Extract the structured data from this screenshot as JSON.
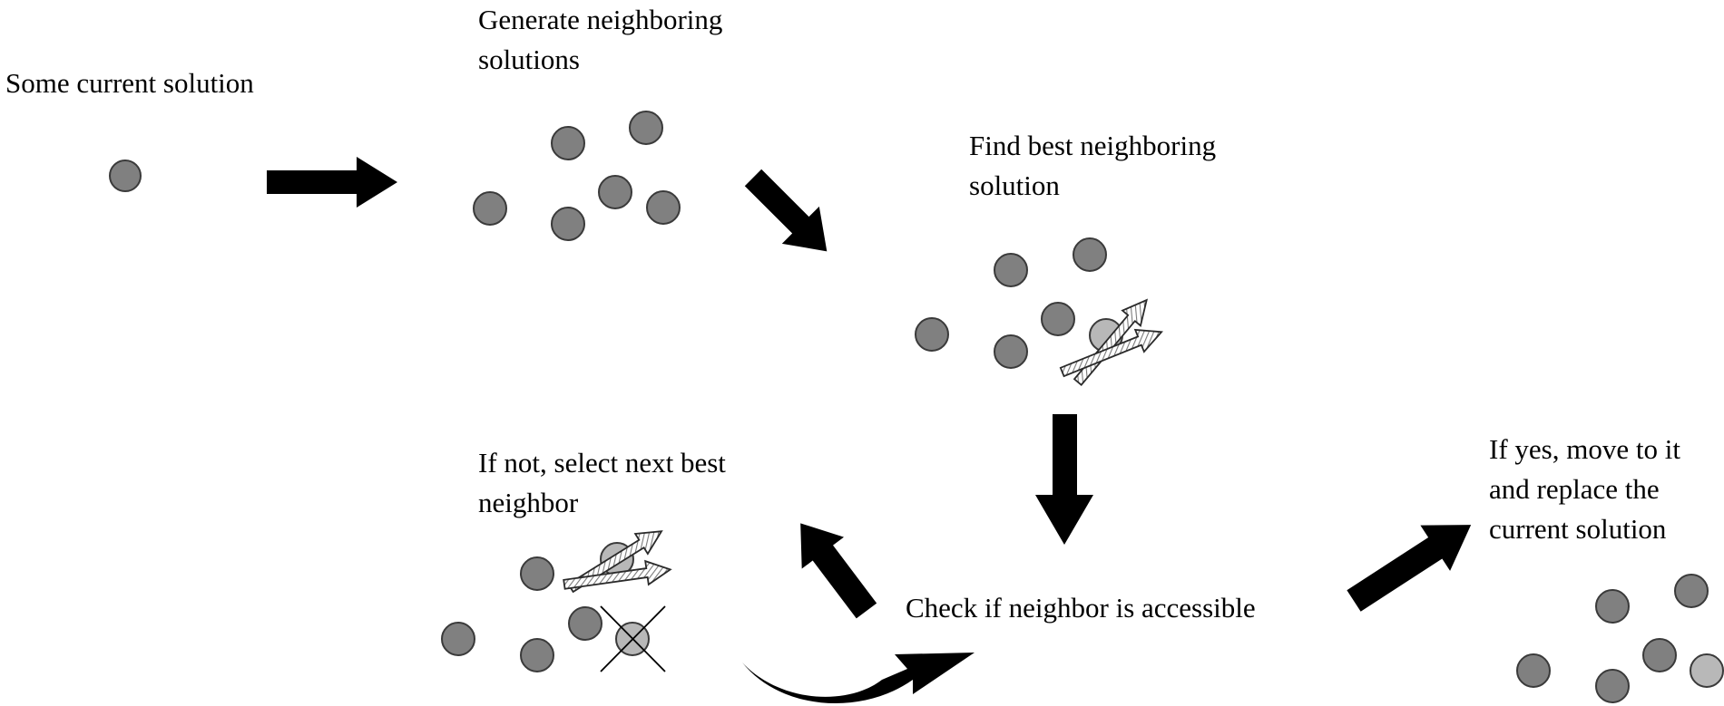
{
  "labels": {
    "current": {
      "lines": [
        "Some current solution"
      ]
    },
    "generate": {
      "lines": [
        "Generate neighboring",
        "solutions"
      ]
    },
    "find_best": {
      "lines": [
        "Find best neighboring",
        "solution"
      ]
    },
    "if_not": {
      "lines": [
        "If not, select next best",
        "neighbor"
      ]
    },
    "check": {
      "lines": [
        "Check if neighbor is accessible"
      ]
    },
    "if_yes": {
      "lines": [
        "If yes, move to it",
        "and replace the",
        "current solution"
      ]
    }
  },
  "colors": {
    "node_fill": "#808080",
    "highlight_fill": "#b8b8b8",
    "outline": "#3a3a3a",
    "arrow": "#000000",
    "pointer_hatch": "#9a9a9a"
  }
}
